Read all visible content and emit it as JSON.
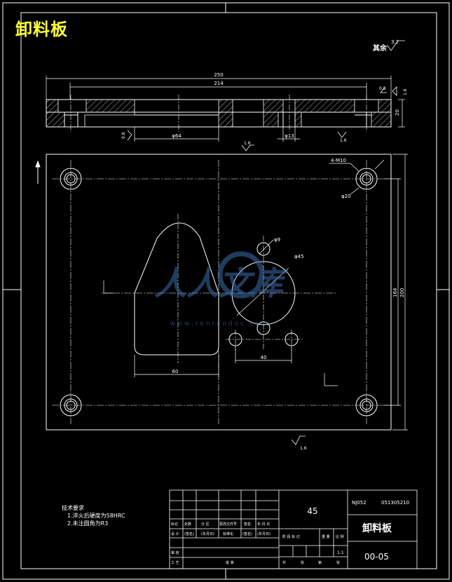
{
  "title_overlay": "卸料板",
  "surface_note": {
    "prefix": "其余",
    "value": "3.2"
  },
  "roughness": {
    "r08": "0.8",
    "r16": "1.6"
  },
  "dims": {
    "d250": "250",
    "d214": "214",
    "d20": "20",
    "d64": "φ64",
    "d13": "φ13",
    "d4m10": "4-M10",
    "d20b": "φ20",
    "d9": "φ9",
    "d45": "φ45",
    "d40": "40",
    "d60": "60",
    "d164": "164",
    "d200": "200"
  },
  "watermark": {
    "cn": "人人文库",
    "url": "w w w . r e n r e n d o c . c o m"
  },
  "tech_notes": {
    "heading": "技术要求",
    "line1": "1.淬火后硬度为58HRC",
    "line2": "2.未注圆角为R3"
  },
  "title_block": {
    "material": "45",
    "school": "NJ052",
    "student": "051305210",
    "part_name": "卸料板",
    "drawing_no": "00-05",
    "scale": "1:1",
    "header_labels": [
      "标记",
      "处数",
      "分 区",
      "更改文件号",
      "签名",
      "年.月.日"
    ],
    "row_design": [
      "设 计",
      "(签名)",
      "(年月日)",
      "标准化",
      "(签名)",
      "(年月日)"
    ],
    "row_review": "审 核",
    "row_process": "工 艺",
    "approve": "批 准",
    "stage_labels": [
      "阶 段 标 记",
      "重 量",
      "比 例"
    ],
    "sheet_labels": [
      "共",
      "张",
      "第",
      "张"
    ]
  }
}
